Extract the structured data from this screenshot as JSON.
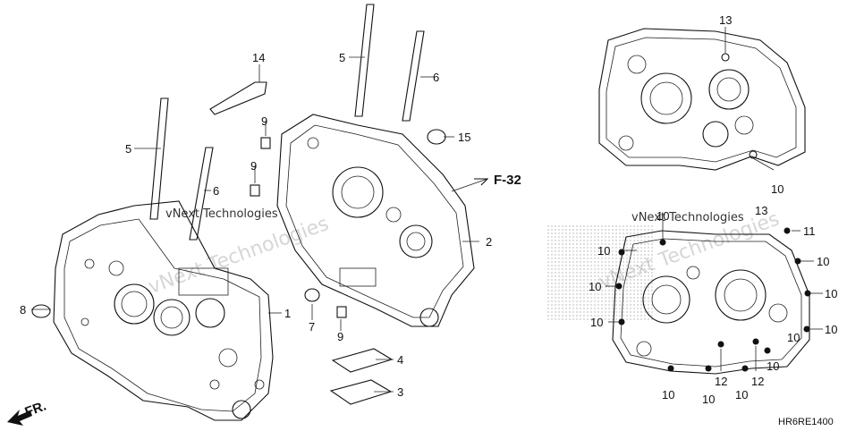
{
  "diagram": {
    "figure_ref": "F-32",
    "direction_label": "FR.",
    "drawing_code": "HR6RE1400",
    "watermark": "vNext Technologies",
    "left_labels": [
      {
        "id": "l5a",
        "text": "5"
      },
      {
        "id": "l5b",
        "text": "5"
      },
      {
        "id": "l6a",
        "text": "6"
      },
      {
        "id": "l6b",
        "text": "6"
      },
      {
        "id": "l14",
        "text": "14"
      },
      {
        "id": "l9a",
        "text": "9"
      },
      {
        "id": "l9b",
        "text": "9"
      },
      {
        "id": "l9c",
        "text": "9"
      },
      {
        "id": "l15",
        "text": "15"
      },
      {
        "id": "l2",
        "text": "2"
      },
      {
        "id": "l1",
        "text": "1"
      },
      {
        "id": "l8",
        "text": "8"
      },
      {
        "id": "l7",
        "text": "7"
      },
      {
        "id": "l4",
        "text": "4"
      },
      {
        "id": "l3",
        "text": "3"
      }
    ],
    "right_labels": [
      {
        "id": "r13a",
        "text": "13"
      },
      {
        "id": "r10a",
        "text": "10"
      },
      {
        "id": "r10b",
        "text": "10"
      },
      {
        "id": "r13b",
        "text": "13"
      },
      {
        "id": "r11",
        "text": "11"
      },
      {
        "id": "r10c",
        "text": "10"
      },
      {
        "id": "r10d",
        "text": "10"
      },
      {
        "id": "r10e",
        "text": "10"
      },
      {
        "id": "r10f",
        "text": "10"
      },
      {
        "id": "r10g",
        "text": "10"
      },
      {
        "id": "r10h",
        "text": "10"
      },
      {
        "id": "r10i",
        "text": "10"
      },
      {
        "id": "r10j",
        "text": "10"
      },
      {
        "id": "r12a",
        "text": "12"
      },
      {
        "id": "r10k",
        "text": "10"
      },
      {
        "id": "r10l",
        "text": "10"
      },
      {
        "id": "r12b",
        "text": "12"
      },
      {
        "id": "r10m",
        "text": "10"
      }
    ]
  }
}
